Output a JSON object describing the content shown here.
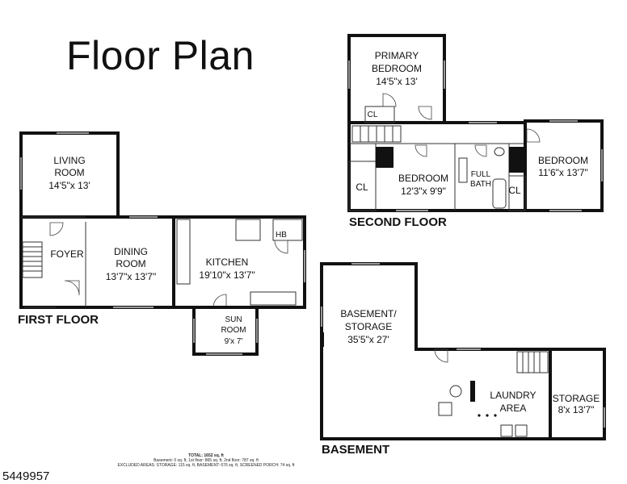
{
  "title": "Floor Plan",
  "floors": {
    "first": "FIRST FLOOR",
    "second": "SECOND FLOOR",
    "basement": "BASEMENT"
  },
  "rooms": {
    "living": {
      "name": "LIVING ROOM",
      "name1": "LIVING",
      "name2": "ROOM",
      "dims": "14'5\"x 13'"
    },
    "foyer": {
      "name": "FOYER"
    },
    "dining": {
      "name1": "DINING",
      "name2": "ROOM",
      "dims": "13'7\"x 13'7\""
    },
    "kitchen": {
      "name": "KITCHEN",
      "dims": "19'10\"x 13'7\""
    },
    "hb": {
      "name": "HB"
    },
    "sunroom": {
      "name1": "SUN",
      "name2": "ROOM",
      "dims": "9'x 7'"
    },
    "primary": {
      "name1": "PRIMARY",
      "name2": "BEDROOM",
      "dims": "14'5\"x 13'"
    },
    "cl_primary": {
      "name": "CL"
    },
    "bedroom2": {
      "name": "BEDROOM",
      "dims": "12'3\"x 9'9\""
    },
    "fullbath": {
      "name1": "FULL",
      "name2": "BATH"
    },
    "bedroom3": {
      "name": "BEDROOM",
      "dims": "11'6\"x 13'7\""
    },
    "cl_left": {
      "name": "CL"
    },
    "cl_right": {
      "name": "CL"
    },
    "basement": {
      "name1": "BASEMENT/",
      "name2": "STORAGE",
      "dims": "35'5\"x 27'"
    },
    "laundry": {
      "name1": "LAUNDRY",
      "name2": "AREA"
    },
    "storage": {
      "name": "STORAGE",
      "dims": "8'x 13'7\""
    }
  },
  "footer": {
    "total": "TOTAL: 1652 sq. ft",
    "line1": "Basement: 0 sq. ft, 1st floor: 865 sq. ft, 2nd floor: 787 sq. ft",
    "line2": "EXCLUDED AREAS: STORAGE: 115 sq. ft, BASEMENT: 676 sq. ft, SCREENED PORCH: 74 sq. ft"
  },
  "listing_id": "5449957"
}
